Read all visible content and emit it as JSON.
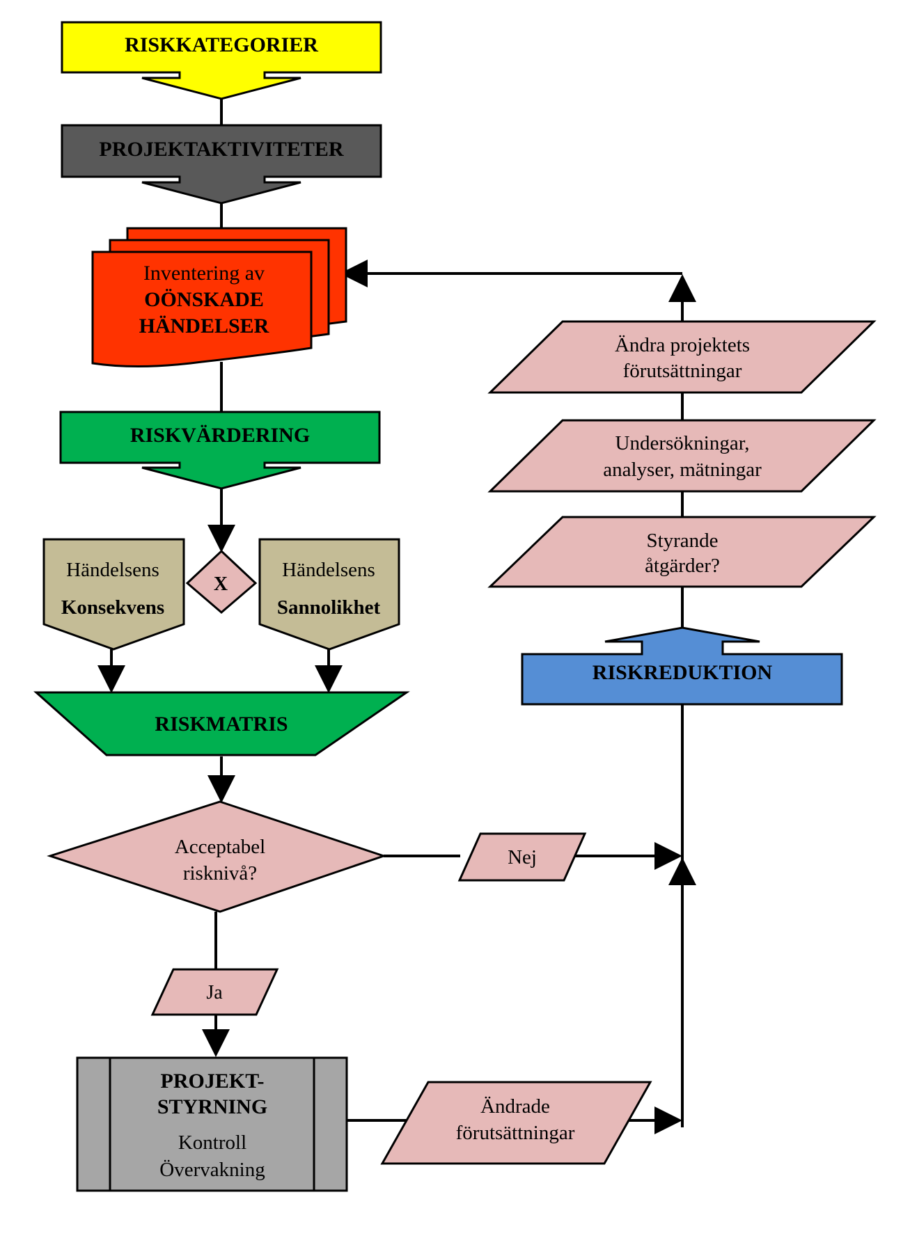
{
  "colors": {
    "yellow": "#FFFF00",
    "dark_gray": "#595959",
    "red": "#FF3300",
    "green": "#00B050",
    "tan": "#C4BC96",
    "pink": "#E6B9B8",
    "blue": "#558ED5",
    "gray": "#A6A6A6",
    "stroke": "#000000"
  },
  "nodes": {
    "riskkategorier": "RISKKATEGORIER",
    "projektaktiviteter": "PROJEKTAKTIVITETER",
    "inventering": {
      "line1": "Inventering av",
      "line2": "OÖNSKADE",
      "line3": "HÄNDELSER"
    },
    "riskvardering": "RISKVÄRDERING",
    "konsekvens": {
      "line1": "Händelsens",
      "line2": "Konsekvens"
    },
    "multiply": "X",
    "sannolikhet": {
      "line1": "Händelsens",
      "line2": "Sannolikhet"
    },
    "riskmatris": "RISKMATRIS",
    "acceptabel": {
      "line1": "Acceptabel",
      "line2": "risknivå?"
    },
    "nej": "Nej",
    "ja": "Ja",
    "projektstyrning": {
      "line1": "PROJEKT-",
      "line2": "STYRNING",
      "line3": "Kontroll",
      "line4": "Övervakning"
    },
    "andrade": {
      "line1": "Ändrade",
      "line2": "förutsättningar"
    },
    "riskreduktion": "RISKREDUKTION",
    "styrande": {
      "line1": "Styrande",
      "line2": "åtgärder?"
    },
    "undersokningar": {
      "line1": "Undersökningar,",
      "line2": "analyser, mätningar"
    },
    "andra_projektets": {
      "line1": "Ändra projektets",
      "line2": "förutsättningar"
    }
  }
}
